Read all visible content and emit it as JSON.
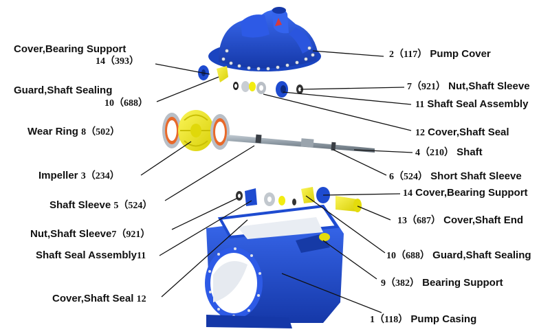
{
  "colors": {
    "casing_blue": "#1f4fd8",
    "casing_dark": "#163aa6",
    "impeller_yellow": "#f2ec12",
    "wear_ring_orange": "#e8692a",
    "shaft_gray": "#8a96a0",
    "casing_inner": "#f2f4f7",
    "leader_line": "#111111"
  },
  "labels": {
    "pump_cover": {
      "num": "2（117）",
      "name": "Pump Cover"
    },
    "cover_bearing_support_top": {
      "name": "Cover,Bearing Support",
      "num": "14（393）"
    },
    "nut_shaft_sleeve_top": {
      "num": "7（921）",
      "name": "Nut,Shaft Sleeve"
    },
    "guard_shaft_sealing_top": {
      "name": "Guard,Shaft Sealing",
      "num": "10（688）"
    },
    "shaft_seal_assembly_top": {
      "num": "11",
      "name": "Shaft Seal Assembly"
    },
    "wear_ring": {
      "name": "Wear Ring",
      "num": "8（502）"
    },
    "cover_shaft_seal_top": {
      "num": "12",
      "name": "Cover,Shaft Seal"
    },
    "shaft": {
      "num": "4（210）",
      "name": "Shaft"
    },
    "impeller": {
      "name": "Impeller",
      "num": "3（234）"
    },
    "short_shaft_sleeve": {
      "num": "6（524）",
      "name": "Short Shaft Sleeve"
    },
    "cover_bearing_support_bottom": {
      "num": "14",
      "name": "Cover,Bearing Support"
    },
    "shaft_sleeve": {
      "name": "Shaft Sleeve",
      "num": "5（524）"
    },
    "cover_shaft_end": {
      "num": "13（687）",
      "name": "Cover,Shaft End"
    },
    "nut_shaft_sleeve_bottom": {
      "name": "Nut,Shaft Sleeve",
      "num": "7（921）"
    },
    "guard_shaft_sealing_bottom": {
      "num": "10（688）",
      "name": "Guard,Shaft Sealing"
    },
    "shaft_seal_assembly_bottom": {
      "name": "Shaft Seal Assembly",
      "num": "11"
    },
    "bearing_support": {
      "num": "9（382）",
      "name": "Bearing Support"
    },
    "cover_shaft_seal_bottom": {
      "name": "Cover,Shaft Seal",
      "num": "12"
    },
    "pump_casing": {
      "num": "1（118）",
      "name": "Pump Casing"
    }
  }
}
